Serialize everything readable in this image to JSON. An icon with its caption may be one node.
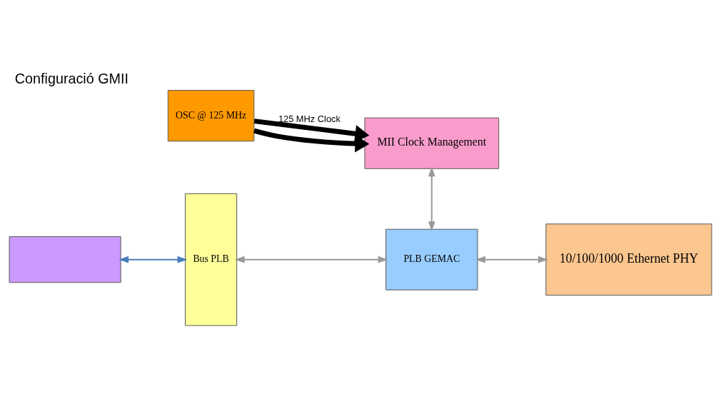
{
  "diagram": {
    "title": "Configuració GMII",
    "nodes": [
      {
        "text": [
          "MII Clock Management"
        ]
      },
      {
        "text": [
          "OSC @ 125 MHz"
        ]
      },
      {
        "text": [
          "PLB GEMAC"
        ]
      },
      {
        "text": [
          "10/100/1000 Ethernet PHY"
        ]
      },
      {
        "text": [
          "Bus PLB"
        ]
      },
      {
        "text": [],
        "shape": "box"
      }
    ],
    "edges": [
      {
        "from": 1,
        "to": 0,
        "arrow": "to",
        "label": "125 MHz Clock",
        "style": "thick",
        "color": "#000000"
      },
      {
        "from": 1,
        "to": 0,
        "arrow": "to",
        "style": "thick",
        "color": "#000000"
      },
      {
        "from": 0,
        "to": 2,
        "arrow": "both"
      },
      {
        "from": 4,
        "to": 2,
        "arrow": "both"
      },
      {
        "from": 2,
        "to": 3,
        "arrow": "both"
      },
      {
        "from": 5,
        "to": 4,
        "arrow": "both",
        "color": "#4a7ebb"
      }
    ]
  }
}
